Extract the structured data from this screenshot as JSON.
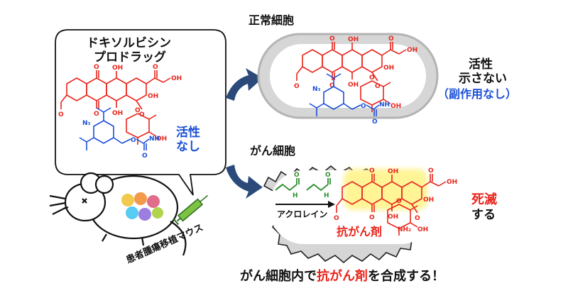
{
  "prodrug": {
    "title_line1": "ドキソルビシン",
    "title_line2": "プロドラッグ",
    "activity_line1": "活性",
    "activity_line2": "なし"
  },
  "mouse": {
    "label": "患者腫瘍移植マウス"
  },
  "normal_cell": {
    "title": "正常細胞",
    "result_line1": "活性",
    "result_line2": "示さない",
    "result_line3": "（副作用なし）"
  },
  "cancer_cell": {
    "title": "がん細胞",
    "reagent_label": "アクロレイン",
    "product_label": "抗がん剤",
    "result_line1": "死滅",
    "result_line2": "する"
  },
  "conclusion": {
    "part1": "がん細胞内で",
    "part2": "抗がん剤",
    "part3": "を合成する！"
  },
  "molecule_atoms": {
    "O": "O",
    "OH": "OH",
    "HO": "HO",
    "N3": "N₃",
    "H": "H",
    "NH": "NH",
    "NH2": "NH₂"
  },
  "colors": {
    "drug_red": "#e8251c",
    "linker_blue": "#1a4fd6",
    "acrolein_green": "#2f8f2f",
    "arrow_navy": "#2b4a7a",
    "cell_gray": "#d6d6d6",
    "glow_yellow": "#fff06a"
  }
}
